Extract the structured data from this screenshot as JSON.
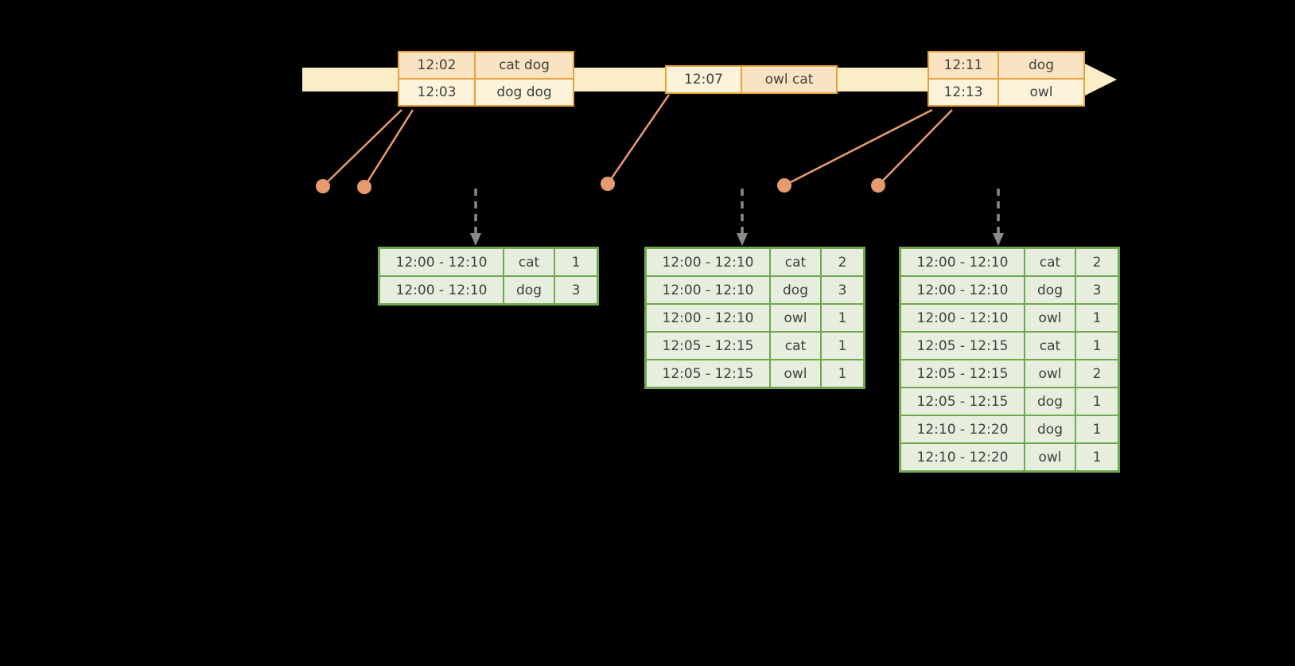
{
  "colors": {
    "background": "#000000",
    "timeline_fill": "#FAEEC6",
    "event_table_border": "#E6A33C",
    "event_cell_peach": "#FAE3C2",
    "event_cell_cream": "#FCF3DA",
    "event_dot": "#E89A6F",
    "connector_line": "#E89A6F",
    "trigger_arrow": "#8A8A8A",
    "result_table_border": "#6FA850",
    "result_cell_fill": "#E7EEDE",
    "text": "#3F3F3F"
  },
  "event_tables": [
    {
      "rows": [
        {
          "time": "12:02",
          "words": "cat dog"
        },
        {
          "time": "12:03",
          "words": "dog dog"
        }
      ]
    },
    {
      "rows": [
        {
          "time": "12:07",
          "words": "owl cat"
        }
      ]
    },
    {
      "rows": [
        {
          "time": "12:11",
          "words": "dog"
        },
        {
          "time": "12:13",
          "words": "owl"
        }
      ]
    }
  ],
  "result_tables": [
    {
      "rows": [
        {
          "window": "12:00 - 12:10",
          "word": "cat",
          "count": "1"
        },
        {
          "window": "12:00 - 12:10",
          "word": "dog",
          "count": "3"
        }
      ]
    },
    {
      "rows": [
        {
          "window": "12:00 - 12:10",
          "word": "cat",
          "count": "2"
        },
        {
          "window": "12:00 - 12:10",
          "word": "dog",
          "count": "3"
        },
        {
          "window": "12:00 - 12:10",
          "word": "owl",
          "count": "1"
        },
        {
          "window": "12:05 - 12:15",
          "word": "cat",
          "count": "1"
        },
        {
          "window": "12:05 - 12:15",
          "word": "owl",
          "count": "1"
        }
      ]
    },
    {
      "rows": [
        {
          "window": "12:00 - 12:10",
          "word": "cat",
          "count": "2"
        },
        {
          "window": "12:00 - 12:10",
          "word": "dog",
          "count": "3"
        },
        {
          "window": "12:00 - 12:10",
          "word": "owl",
          "count": "1"
        },
        {
          "window": "12:05 - 12:15",
          "word": "cat",
          "count": "1"
        },
        {
          "window": "12:05 - 12:15",
          "word": "owl",
          "count": "2"
        },
        {
          "window": "12:05 - 12:15",
          "word": "dog",
          "count": "1"
        },
        {
          "window": "12:10 - 12:20",
          "word": "dog",
          "count": "1"
        },
        {
          "window": "12:10 - 12:20",
          "word": "owl",
          "count": "1"
        }
      ]
    }
  ]
}
